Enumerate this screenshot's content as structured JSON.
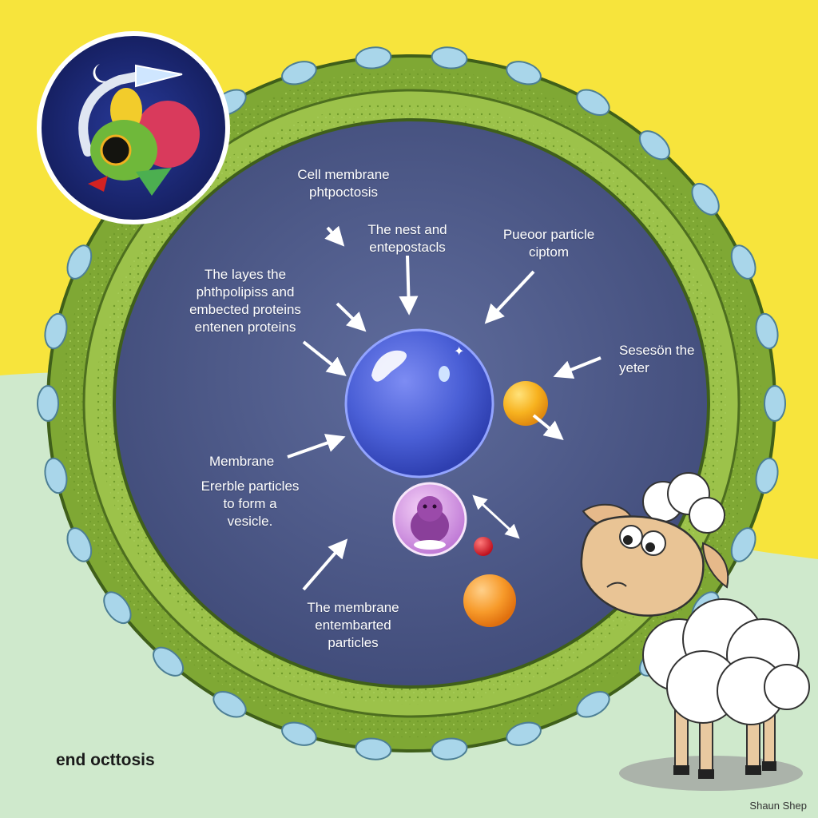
{
  "labels": {
    "cell_membrane": "Cell membrane\nphtpoctosis",
    "nest": "The nest and\nentepostacls",
    "pueoor": "Pueoor particle\nciptom",
    "layes": "The layes the\nphthpolipiss and\nembected proteins\nentenen proteins",
    "sesesion": "Sesesön the\nyeter",
    "membrane": "Membrane",
    "ererble": "Ererble particles\nto form a\nvesicle.",
    "membrane_entembarted": "The membrane\nentembarted\nparticles"
  },
  "title": "end octtosis",
  "signature": "Shaun Shep",
  "colors": {
    "background_yellow": "#f7e43c",
    "ground_green": "#cfe9cc",
    "membrane_green": "#8db83e",
    "cell_interior": "#4d5a8a",
    "central_vesicle": "#4a5fd6",
    "orange_particle": "#f5a623",
    "pink_vesicle": "#d58ee6",
    "red_particle": "#e0192c",
    "inset_navy": "#1d2a7a"
  }
}
